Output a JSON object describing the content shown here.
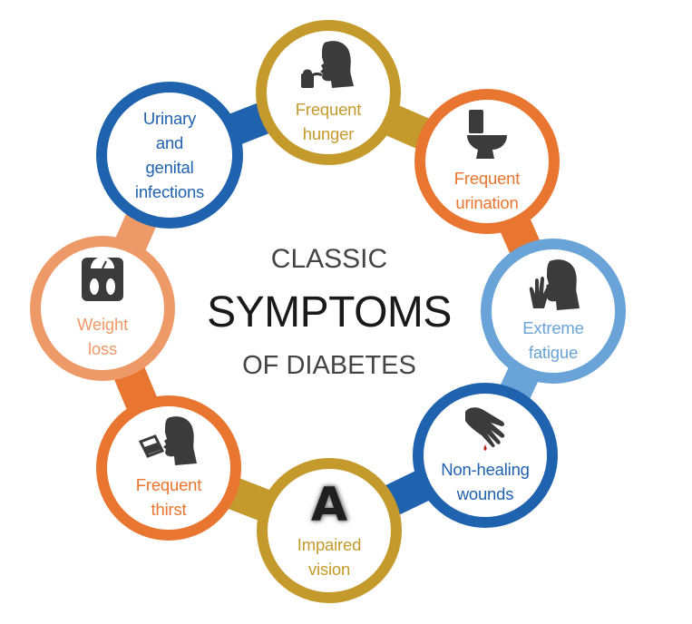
{
  "center": {
    "line1": "CLASSIC",
    "line2": "SYMPTOMS",
    "line3": "OF DIABETES"
  },
  "symptoms": [
    {
      "label": "Frequent\nhunger",
      "color": "#C49A2C",
      "icon": "person-eating-icon"
    },
    {
      "label": "Frequent\nurination",
      "color": "#E87530",
      "icon": "toilet-icon"
    },
    {
      "label": "Extreme\nfatigue",
      "color": "#6AA3D8",
      "icon": "person-yawning-icon"
    },
    {
      "label": "Non-healing\nwounds",
      "color": "#1F62AE",
      "icon": "bleeding-hand-icon"
    },
    {
      "label": "Impaired\nvision",
      "color": "#C49A2C",
      "icon": "blurred-letter-a-icon"
    },
    {
      "label": "Frequent\nthirst",
      "color": "#E87530",
      "icon": "person-drinking-icon"
    },
    {
      "label": "Weight\nloss",
      "color": "#EE9A68",
      "icon": "bathroom-scale-icon"
    },
    {
      "label": "Urinary\nand\ngenital\ninfections",
      "color": "#1F62AE",
      "icon": ""
    }
  ],
  "connectors": [
    {
      "color": "#C49A2C"
    },
    {
      "color": "#E87530"
    },
    {
      "color": "#6AA3D8"
    },
    {
      "color": "#1F62AE"
    },
    {
      "color": "#C49A2C"
    },
    {
      "color": "#E87530"
    },
    {
      "color": "#EE9A68"
    },
    {
      "color": "#1F62AE"
    }
  ],
  "icon_letter": "A"
}
